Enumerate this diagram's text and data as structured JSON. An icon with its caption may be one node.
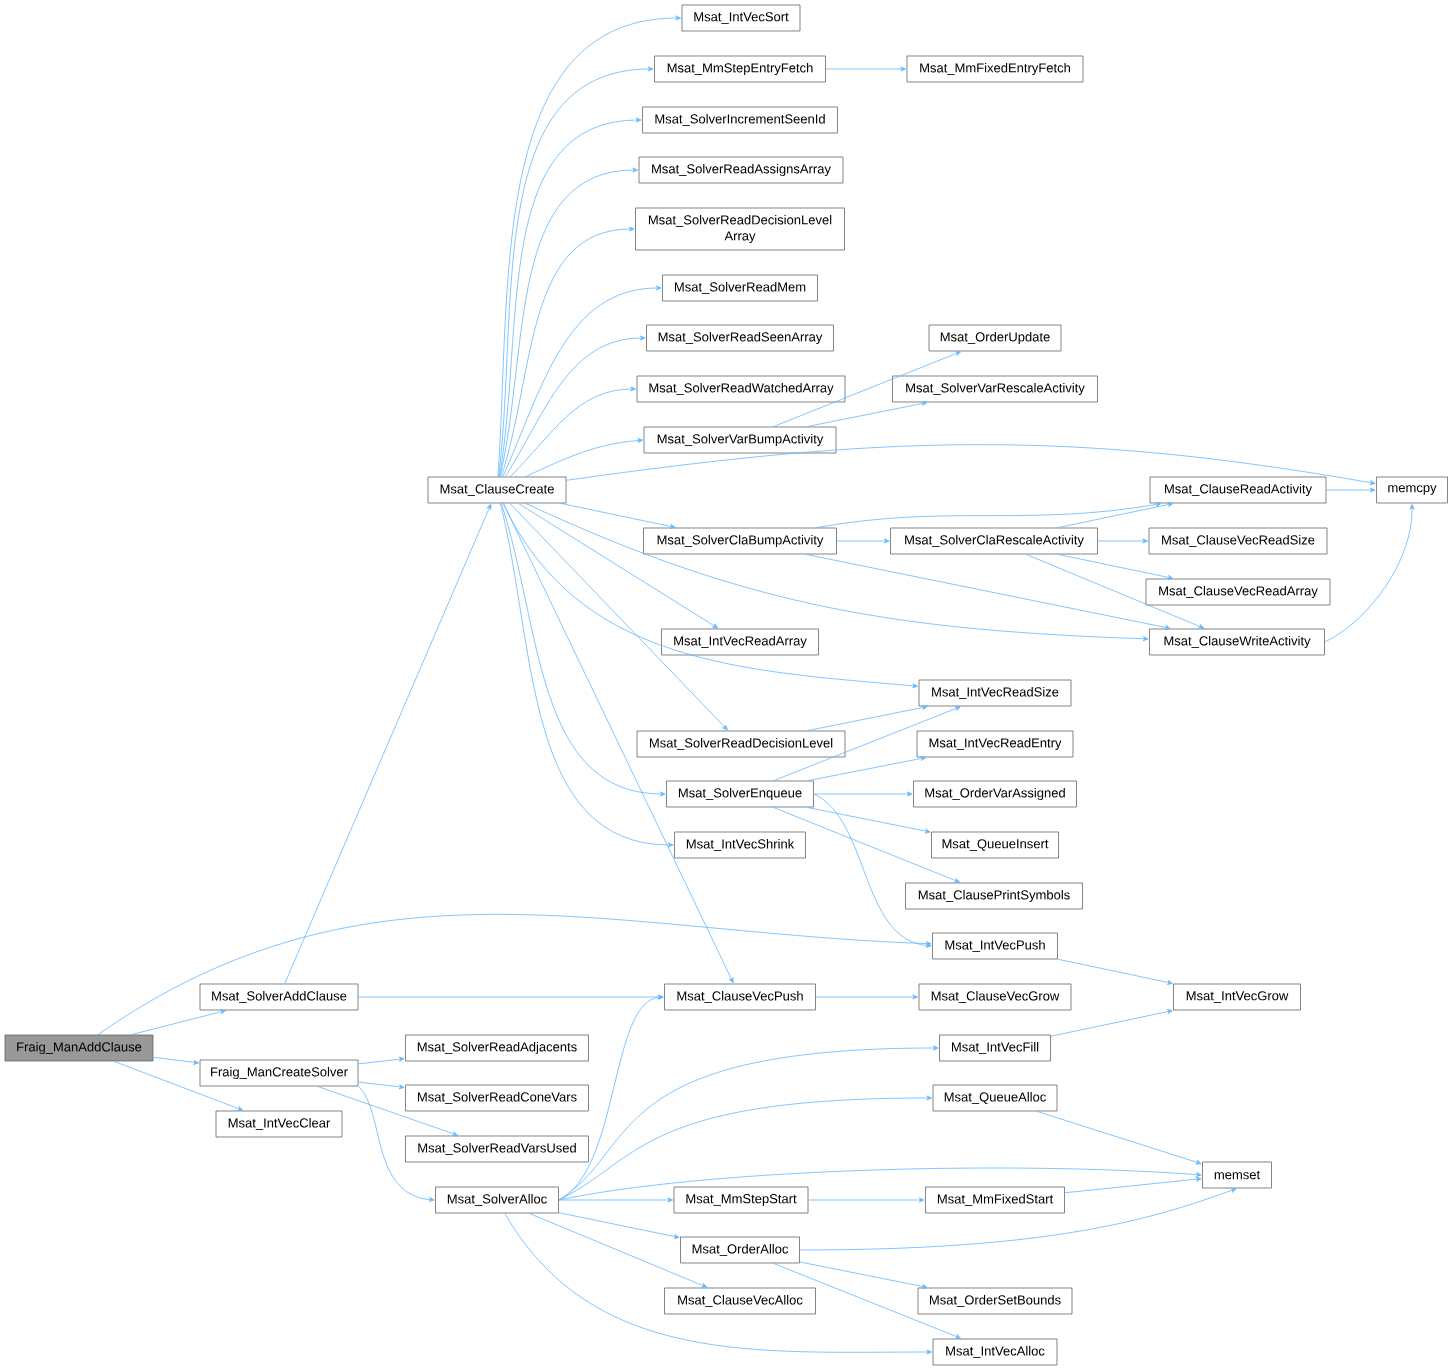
{
  "diagram": {
    "nodes": [
      {
        "text": [
          "Fraig_ManAddClause"
        ]
      },
      {
        "text": [
          "Msat_SolverAddClause"
        ]
      },
      {
        "text": [
          "Fraig_ManCreateSolver"
        ]
      },
      {
        "text": [
          "Msat_IntVecClear"
        ]
      },
      {
        "text": [
          "Msat_ClauseCreate"
        ]
      },
      {
        "text": [
          "Msat_SolverReadAdjacents"
        ]
      },
      {
        "text": [
          "Msat_SolverReadConeVars"
        ]
      },
      {
        "text": [
          "Msat_SolverReadVarsUsed"
        ]
      },
      {
        "text": [
          "Msat_SolverAlloc"
        ]
      },
      {
        "text": [
          "Msat_IntVecSort"
        ]
      },
      {
        "text": [
          "Msat_MmStepEntryFetch"
        ]
      },
      {
        "text": [
          "Msat_SolverIncrementSeenId"
        ]
      },
      {
        "text": [
          "Msat_SolverReadAssignsArray"
        ]
      },
      {
        "text": [
          "Msat_SolverReadDecisionLevel Array"
        ]
      },
      {
        "text": [
          "Msat_SolverReadMem"
        ]
      },
      {
        "text": [
          "Msat_SolverReadSeenArray"
        ]
      },
      {
        "text": [
          "Msat_SolverReadWatchedArray"
        ]
      },
      {
        "text": [
          "Msat_SolverVarBumpActivity"
        ]
      },
      {
        "text": [
          "Msat_SolverClaBumpActivity"
        ]
      },
      {
        "text": [
          "Msat_IntVecReadArray"
        ]
      },
      {
        "text": [
          "Msat_SolverReadDecisionLevel"
        ]
      },
      {
        "text": [
          "Msat_SolverEnqueue"
        ]
      },
      {
        "text": [
          "Msat_IntVecShrink"
        ]
      },
      {
        "text": [
          "Msat_ClauseVecPush"
        ]
      },
      {
        "text": [
          "Msat_MmStepStart"
        ]
      },
      {
        "text": [
          "Msat_OrderAlloc"
        ]
      },
      {
        "text": [
          "Msat_ClauseVecAlloc"
        ]
      },
      {
        "text": [
          "Msat_MmFixedEntryFetch"
        ]
      },
      {
        "text": [
          "Msat_OrderUpdate"
        ]
      },
      {
        "text": [
          "Msat_SolverVarRescaleActivity"
        ]
      },
      {
        "text": [
          "Msat_SolverClaRescaleActivity"
        ]
      },
      {
        "text": [
          "Msat_IntVecReadSize"
        ]
      },
      {
        "text": [
          "Msat_IntVecReadEntry"
        ]
      },
      {
        "text": [
          "Msat_OrderVarAssigned"
        ]
      },
      {
        "text": [
          "Msat_QueueInsert"
        ]
      },
      {
        "text": [
          "Msat_ClausePrintSymbols"
        ]
      },
      {
        "text": [
          "Msat_IntVecPush"
        ]
      },
      {
        "text": [
          "Msat_ClauseVecGrow"
        ]
      },
      {
        "text": [
          "Msat_IntVecFill"
        ]
      },
      {
        "text": [
          "Msat_QueueAlloc"
        ]
      },
      {
        "text": [
          "Msat_MmFixedStart"
        ]
      },
      {
        "text": [
          "Msat_OrderSetBounds"
        ]
      },
      {
        "text": [
          "Msat_IntVecAlloc"
        ]
      },
      {
        "text": [
          "Msat_ClauseReadActivity"
        ]
      },
      {
        "text": [
          "Msat_ClauseVecReadSize"
        ]
      },
      {
        "text": [
          "Msat_ClauseVecReadArray"
        ]
      },
      {
        "text": [
          "Msat_ClauseWriteActivity"
        ]
      },
      {
        "text": [
          "Msat_IntVecGrow"
        ]
      },
      {
        "text": [
          "memset"
        ]
      },
      {
        "text": [
          "memcpy"
        ]
      }
    ],
    "edges": [
      {
        "from": 0,
        "to": 1,
        "arrow": "to"
      },
      {
        "from": 0,
        "to": 2,
        "arrow": "to"
      },
      {
        "from": 0,
        "to": 3,
        "arrow": "to"
      },
      {
        "from": 0,
        "to": 36,
        "arrow": "to"
      },
      {
        "from": 1,
        "to": 4,
        "arrow": "to"
      },
      {
        "from": 1,
        "to": 23,
        "arrow": "to"
      },
      {
        "from": 2,
        "to": 5,
        "arrow": "to"
      },
      {
        "from": 2,
        "to": 6,
        "arrow": "to"
      },
      {
        "from": 2,
        "to": 7,
        "arrow": "to"
      },
      {
        "from": 2,
        "to": 8,
        "arrow": "to"
      },
      {
        "from": 4,
        "to": 9,
        "arrow": "to"
      },
      {
        "from": 4,
        "to": 10,
        "arrow": "to"
      },
      {
        "from": 4,
        "to": 11,
        "arrow": "to"
      },
      {
        "from": 4,
        "to": 12,
        "arrow": "to"
      },
      {
        "from": 4,
        "to": 13,
        "arrow": "to"
      },
      {
        "from": 4,
        "to": 14,
        "arrow": "to"
      },
      {
        "from": 4,
        "to": 15,
        "arrow": "to"
      },
      {
        "from": 4,
        "to": 16,
        "arrow": "to"
      },
      {
        "from": 4,
        "to": 17,
        "arrow": "to"
      },
      {
        "from": 4,
        "to": 49,
        "arrow": "to"
      },
      {
        "from": 4,
        "to": 18,
        "arrow": "to"
      },
      {
        "from": 4,
        "to": 46,
        "arrow": "to"
      },
      {
        "from": 4,
        "to": 19,
        "arrow": "to"
      },
      {
        "from": 4,
        "to": 31,
        "arrow": "to"
      },
      {
        "from": 4,
        "to": 20,
        "arrow": "to"
      },
      {
        "from": 4,
        "to": 21,
        "arrow": "to"
      },
      {
        "from": 4,
        "to": 22,
        "arrow": "to"
      },
      {
        "from": 4,
        "to": 23,
        "arrow": "to"
      },
      {
        "from": 10,
        "to": 27,
        "arrow": "to"
      },
      {
        "from": 17,
        "to": 28,
        "arrow": "to"
      },
      {
        "from": 17,
        "to": 29,
        "arrow": "to"
      },
      {
        "from": 18,
        "to": 43,
        "arrow": "to"
      },
      {
        "from": 18,
        "to": 30,
        "arrow": "to"
      },
      {
        "from": 18,
        "to": 46,
        "arrow": "to"
      },
      {
        "from": 30,
        "to": 43,
        "arrow": "to"
      },
      {
        "from": 30,
        "to": 44,
        "arrow": "to"
      },
      {
        "from": 30,
        "to": 45,
        "arrow": "to"
      },
      {
        "from": 30,
        "to": 46,
        "arrow": "to"
      },
      {
        "from": 43,
        "to": 49,
        "arrow": "to"
      },
      {
        "from": 46,
        "to": 49,
        "arrow": "to"
      },
      {
        "from": 20,
        "to": 31,
        "arrow": "to"
      },
      {
        "from": 21,
        "to": 31,
        "arrow": "to"
      },
      {
        "from": 21,
        "to": 32,
        "arrow": "to"
      },
      {
        "from": 21,
        "to": 33,
        "arrow": "to"
      },
      {
        "from": 21,
        "to": 34,
        "arrow": "to"
      },
      {
        "from": 21,
        "to": 35,
        "arrow": "to"
      },
      {
        "from": 21,
        "to": 36,
        "arrow": "to"
      },
      {
        "from": 36,
        "to": 47,
        "arrow": "to"
      },
      {
        "from": 23,
        "to": 37,
        "arrow": "to"
      },
      {
        "from": 8,
        "to": 23,
        "arrow": "to"
      },
      {
        "from": 8,
        "to": 38,
        "arrow": "to"
      },
      {
        "from": 8,
        "to": 39,
        "arrow": "to"
      },
      {
        "from": 8,
        "to": 48,
        "arrow": "to"
      },
      {
        "from": 8,
        "to": 24,
        "arrow": "to"
      },
      {
        "from": 8,
        "to": 25,
        "arrow": "to"
      },
      {
        "from": 8,
        "to": 26,
        "arrow": "to"
      },
      {
        "from": 8,
        "to": 42,
        "arrow": "to"
      },
      {
        "from": 38,
        "to": 47,
        "arrow": "to"
      },
      {
        "from": 39,
        "to": 48,
        "arrow": "to"
      },
      {
        "from": 24,
        "to": 40,
        "arrow": "to"
      },
      {
        "from": 40,
        "to": 48,
        "arrow": "to"
      },
      {
        "from": 25,
        "to": 48,
        "arrow": "to"
      },
      {
        "from": 25,
        "to": 41,
        "arrow": "to"
      },
      {
        "from": 25,
        "to": 42,
        "arrow": "to"
      }
    ]
  }
}
